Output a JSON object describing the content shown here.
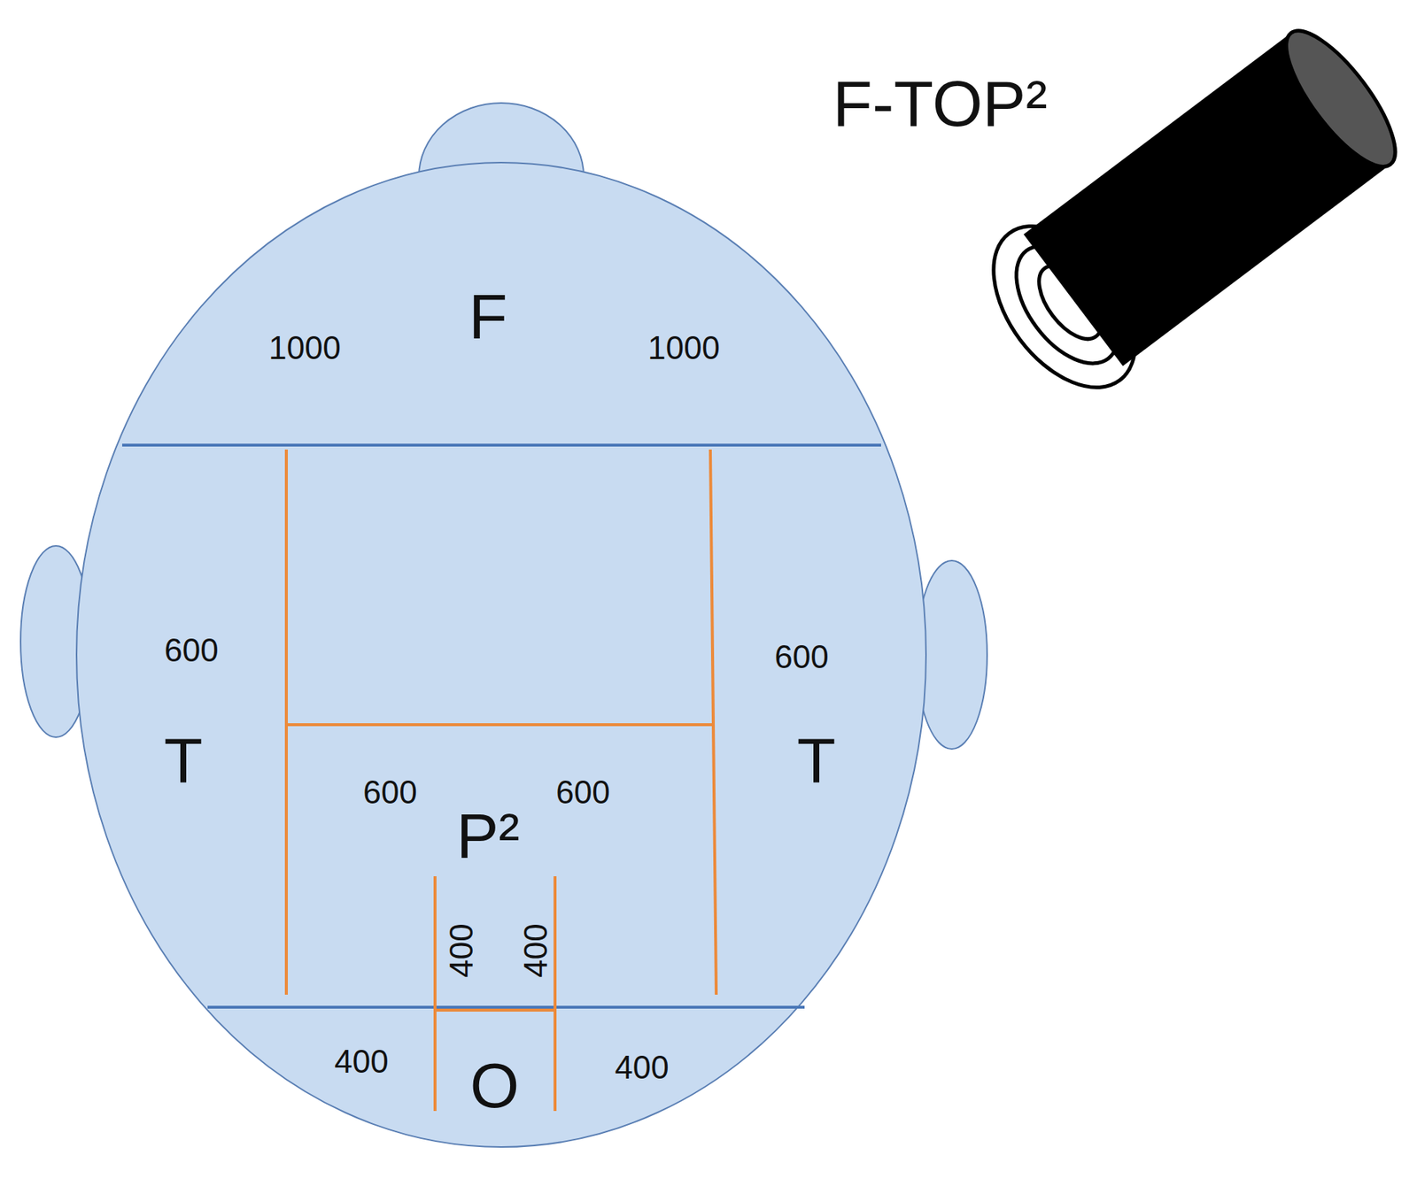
{
  "diagram": {
    "labels": [
      "F-TOP²",
      "F",
      "1000",
      "1000",
      "600",
      "T",
      "600",
      "T",
      "600",
      "P²",
      "600",
      "400",
      "400",
      "400",
      "O",
      "400"
    ]
  }
}
